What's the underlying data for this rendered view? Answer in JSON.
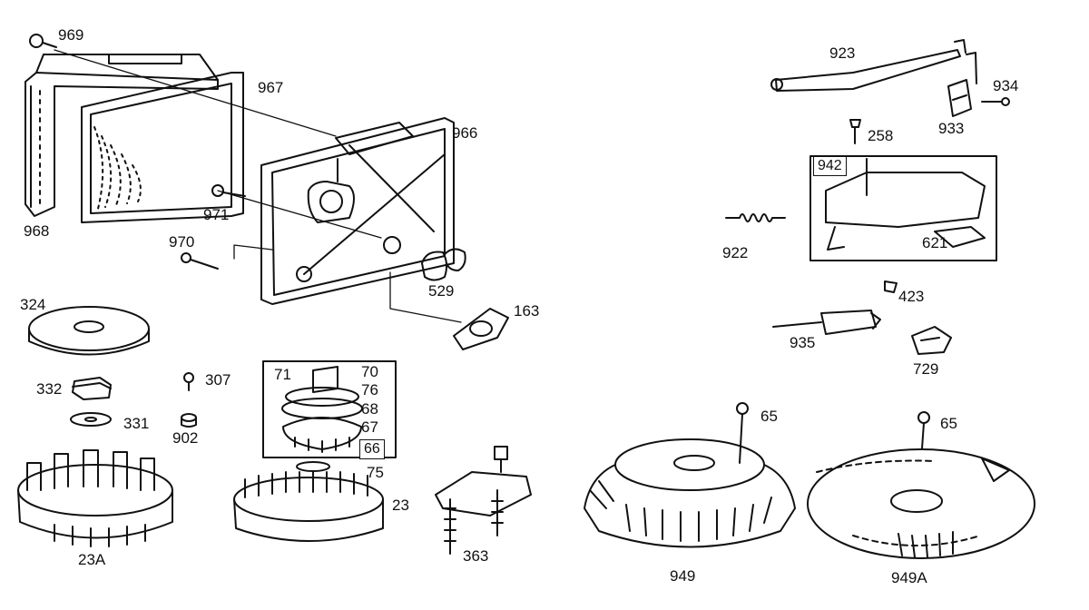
{
  "parts": {
    "p969": "969",
    "p967": "967",
    "p966": "966",
    "p968": "968",
    "p971": "971",
    "p970": "970",
    "p529": "529",
    "p163": "163",
    "p324": "324",
    "p332": "332",
    "p331": "331",
    "p307": "307",
    "p902": "902",
    "p71": "71",
    "p70": "70",
    "p76": "76",
    "p68": "68",
    "p67": "67",
    "p66": "66",
    "p75": "75",
    "p23": "23",
    "p23A": "23A",
    "p363": "363",
    "p923": "923",
    "p934": "934",
    "p933": "933",
    "p258": "258",
    "p942": "942",
    "p621": "621",
    "p922": "922",
    "p423": "423",
    "p935": "935",
    "p729": "729",
    "p65a": "65",
    "p65b": "65",
    "p949": "949",
    "p949A": "949A"
  }
}
